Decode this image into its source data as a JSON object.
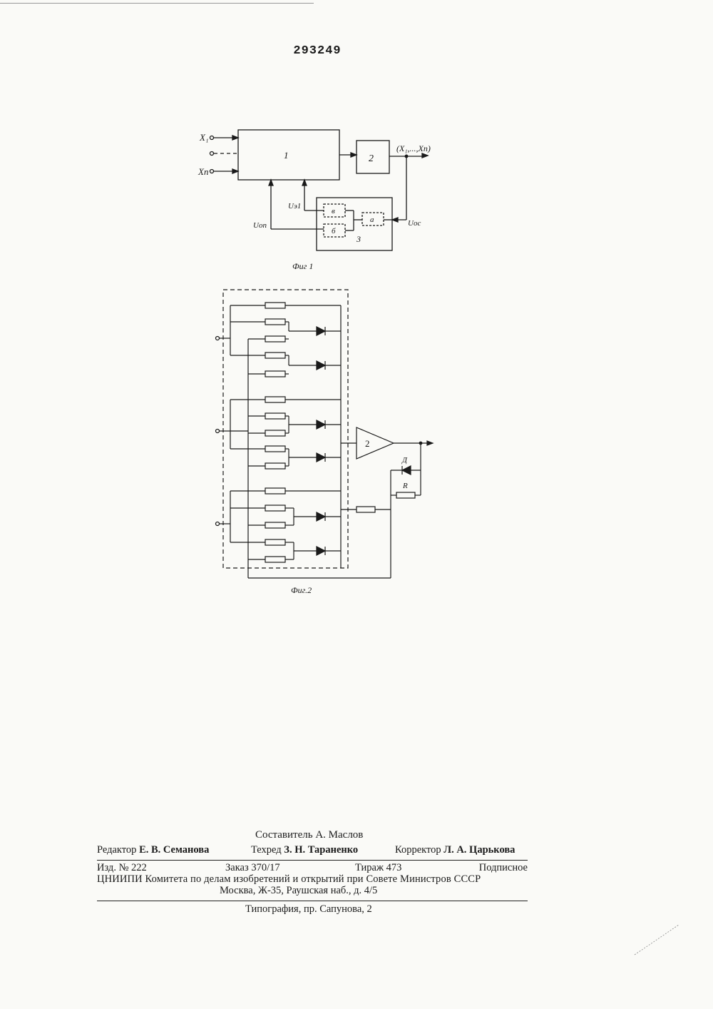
{
  "document": {
    "patent_number": "293249"
  },
  "fig1": {
    "caption": "Фиг 1",
    "inputs": [
      "X₁",
      "Xn"
    ],
    "block1_label": "1",
    "block2_label": "2",
    "block3_label": "3",
    "sub_a": "а",
    "sub_b": "б",
    "sub_v": "в",
    "output_label": "(X₁,...,Xn)",
    "u_e1": "Uэ1",
    "u_op": "Uоп",
    "u_os": "Uос"
  },
  "fig2": {
    "caption": "Фиг.2",
    "amplifier_label": "2",
    "diode_label": "Д",
    "resistor_label": "R"
  },
  "imprint": {
    "compiler": "Составитель А. Маслов",
    "editor_label": "Редактор",
    "editor_name": "Е. В. Семанова",
    "techred_label": "Техред",
    "techred_name": "З. Н. Тараненко",
    "corrector_label": "Корректор",
    "corrector_name": "Л. А. Царькова",
    "izd": "Изд. № 222",
    "zakaz": "Заказ 370/17",
    "tirazh": "Тираж 473",
    "podpisnoe": "Подписное",
    "org_line": "ЦНИИПИ Комитета по делам изобретений и открытий при Совете Министров СССР",
    "address": "Москва, Ж-35, Раушская наб., д. 4/5",
    "printer": "Типография, пр. Сапунова, 2"
  }
}
